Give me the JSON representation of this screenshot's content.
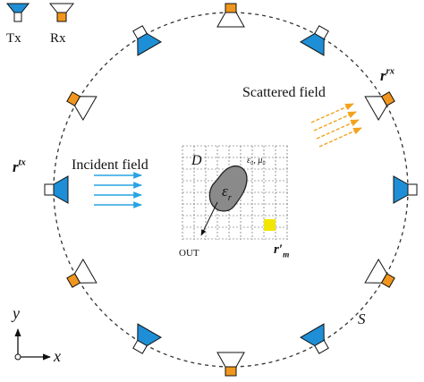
{
  "legend": {
    "tx_label": "Tx",
    "rx_label": "Rx"
  },
  "labels": {
    "incident_field": "Incident field",
    "scattered_field": "Scattered field",
    "domain": "D",
    "background_params": "ε₀, μ₀",
    "object_permittivity": "εr",
    "out_label": "OUT",
    "pixel_position": "r′m",
    "tx_position": "rtx",
    "rx_position": "rrx",
    "surface": "S"
  },
  "axes": {
    "y_label": "y",
    "x_label": "x"
  },
  "colors": {
    "tx_blue": "#1e8fd6",
    "rx_orange": "#f0961e",
    "incident_arrow": "#29a3e3",
    "scattered_arrow": "#f3a21f",
    "pixel_yellow": "#f2e600",
    "object_gray": "#8a8a8a",
    "circle_dash": "#333333"
  }
}
